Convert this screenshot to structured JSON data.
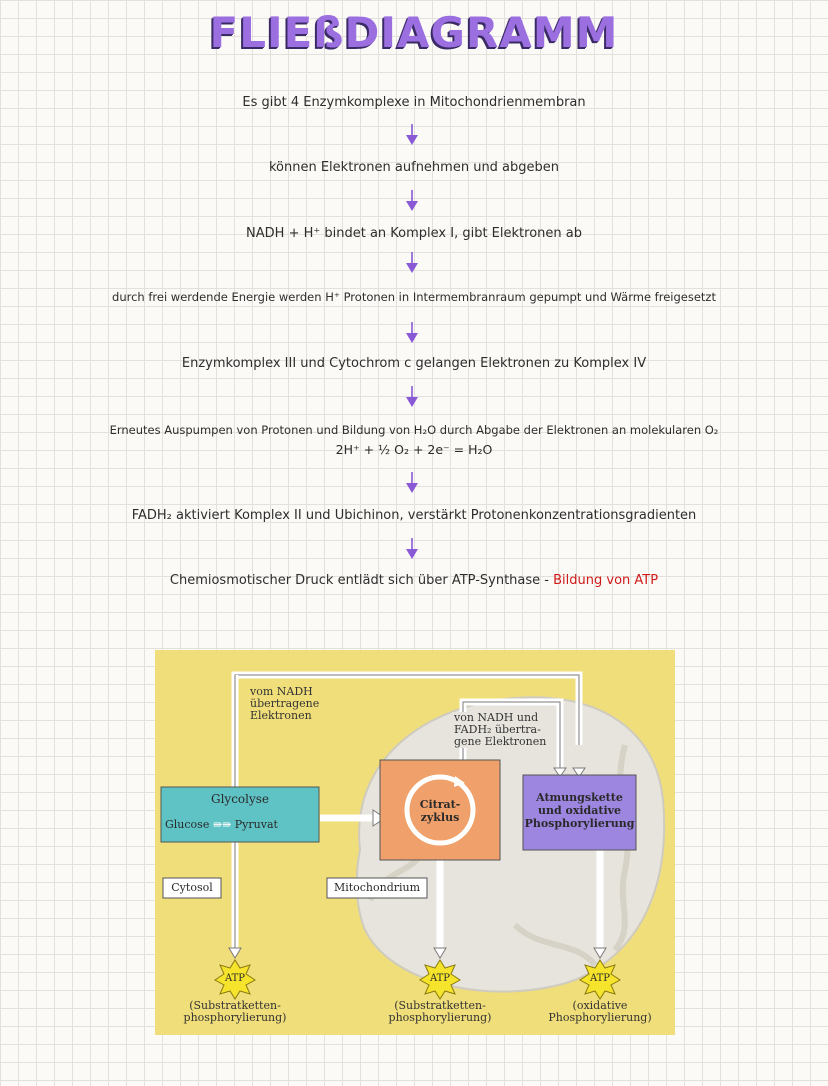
{
  "title": "FLIEßDIAGRAMM",
  "steps": [
    "Es gibt 4 Enzymkomplexe in Mitochondrienmembran",
    "können Elektronen aufnehmen und abgeben",
    "NADH + H⁺ bindet an Komplex I, gibt Elektronen ab",
    "durch frei werdende Energie werden H⁺ Protonen in Intermembranraum gepumpt und Wärme freigesetzt",
    "Enzymkomplex III und Cytochrom c gelangen Elektronen zu Komplex IV",
    "Erneutes Auspumpen von Protonen und Bildung von H₂O durch Abgabe der Elektronen an molekularen O₂",
    "FADH₂ aktiviert Komplex II und Ubichinon, verstärkt Protonenkonzentrationsgradienten",
    "Chemiosmotischer Druck entlädt sich über ATP-Synthase -"
  ],
  "formula": "2H⁺ + ½ O₂ + 2e⁻ = H₂O",
  "highlight": "Bildung von ATP",
  "diagram": {
    "nadh_label": [
      "vom NADH",
      "übertragene",
      "Elektronen"
    ],
    "nadh_fadh_label": [
      "von NADH und",
      "FADH₂ übertra-",
      "gene Elektronen"
    ],
    "glycolyse_title": "Glycolyse",
    "glucose": "Glucose",
    "pyruvat": "Pyruvat",
    "citrat": [
      "Citrat-",
      "zyklus"
    ],
    "atmung": [
      "Atmungskette",
      "und oxidative",
      "Phosphorylierung"
    ],
    "cytosol": "Cytosol",
    "mitochondrium": "Mitochondrium",
    "atp": "ATP",
    "atp1_caption": [
      "(Substratketten-",
      "phosphorylierung)"
    ],
    "atp2_caption": [
      "(Substratketten-",
      "phosphorylierung)"
    ],
    "atp3_caption": [
      "(oxidative",
      "Phosphorylierung)"
    ]
  },
  "colors": {
    "title": "#9b6fe0",
    "arrow": "#8a5ad6",
    "highlight": "#d01a1a",
    "diagram_bg": "#f0de7a",
    "glycolyse_box": "#5fc2c4",
    "citrat_box": "#f0a06a",
    "atmung_box": "#9d86e0"
  }
}
